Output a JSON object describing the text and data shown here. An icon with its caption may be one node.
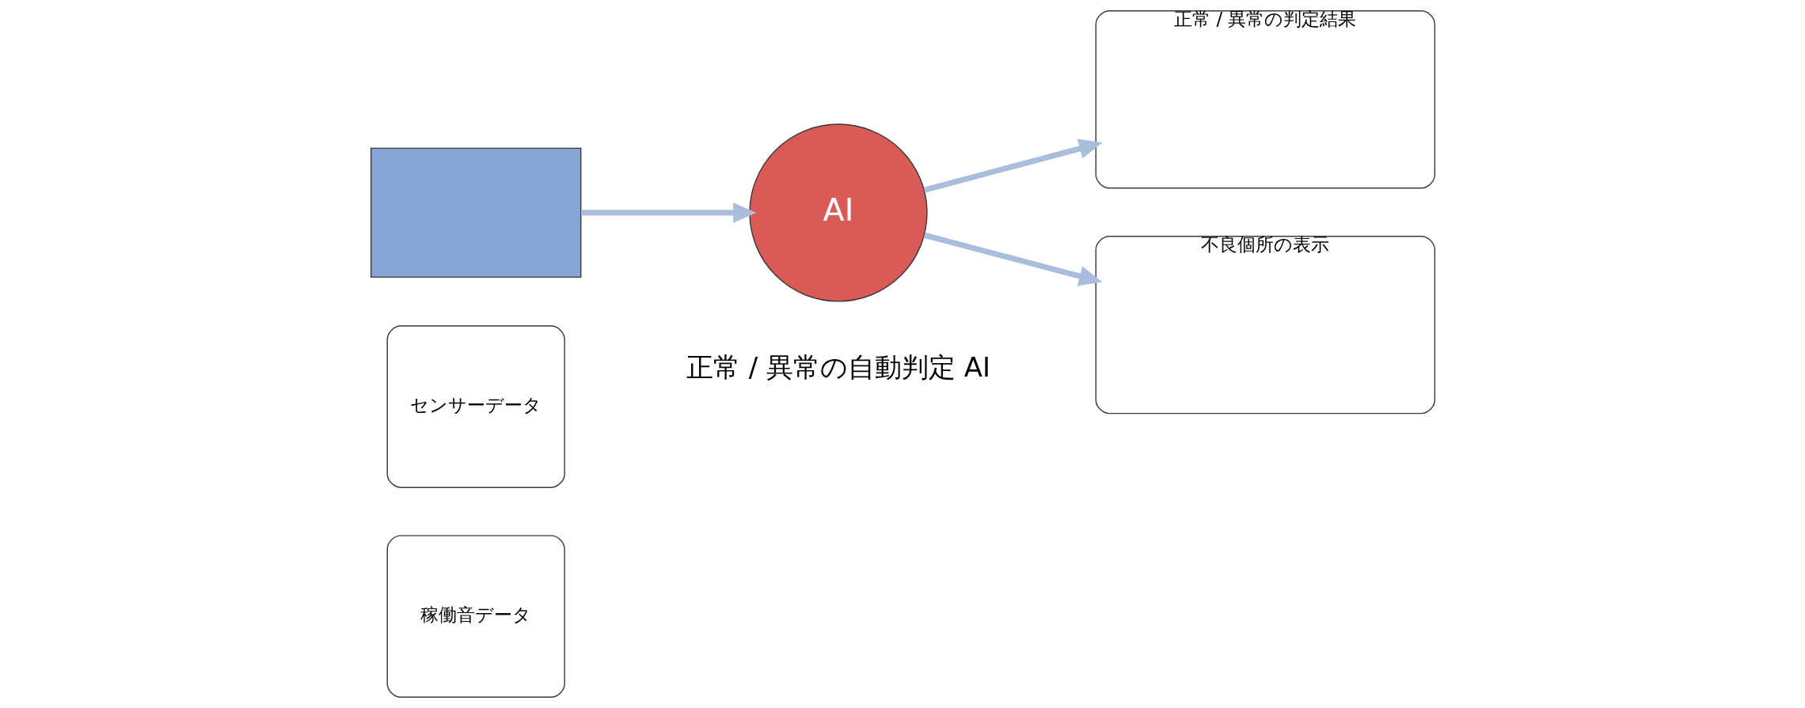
{
  "diagram": {
    "nodes": [
      {
        "text": [
          "稼働音データ"
        ]
      },
      {
        "text": [
          "センサーデータ"
        ]
      },
      {
        "text": [],
        "shape": "box"
      },
      {
        "text": [
          "AI"
        ],
        "beside": [
          "正常 / 異常の自動判定 AI"
        ]
      },
      {
        "text": [
          "正常 / 異常の判定結果"
        ]
      },
      {
        "text": [
          "不良個所の表示"
        ]
      }
    ],
    "edges": [
      {
        "from": 2,
        "to": 3,
        "arrow": "to"
      },
      {
        "from": 3,
        "to": 4,
        "arrow": "to"
      },
      {
        "from": 3,
        "to": 5,
        "arrow": "to"
      }
    ]
  }
}
